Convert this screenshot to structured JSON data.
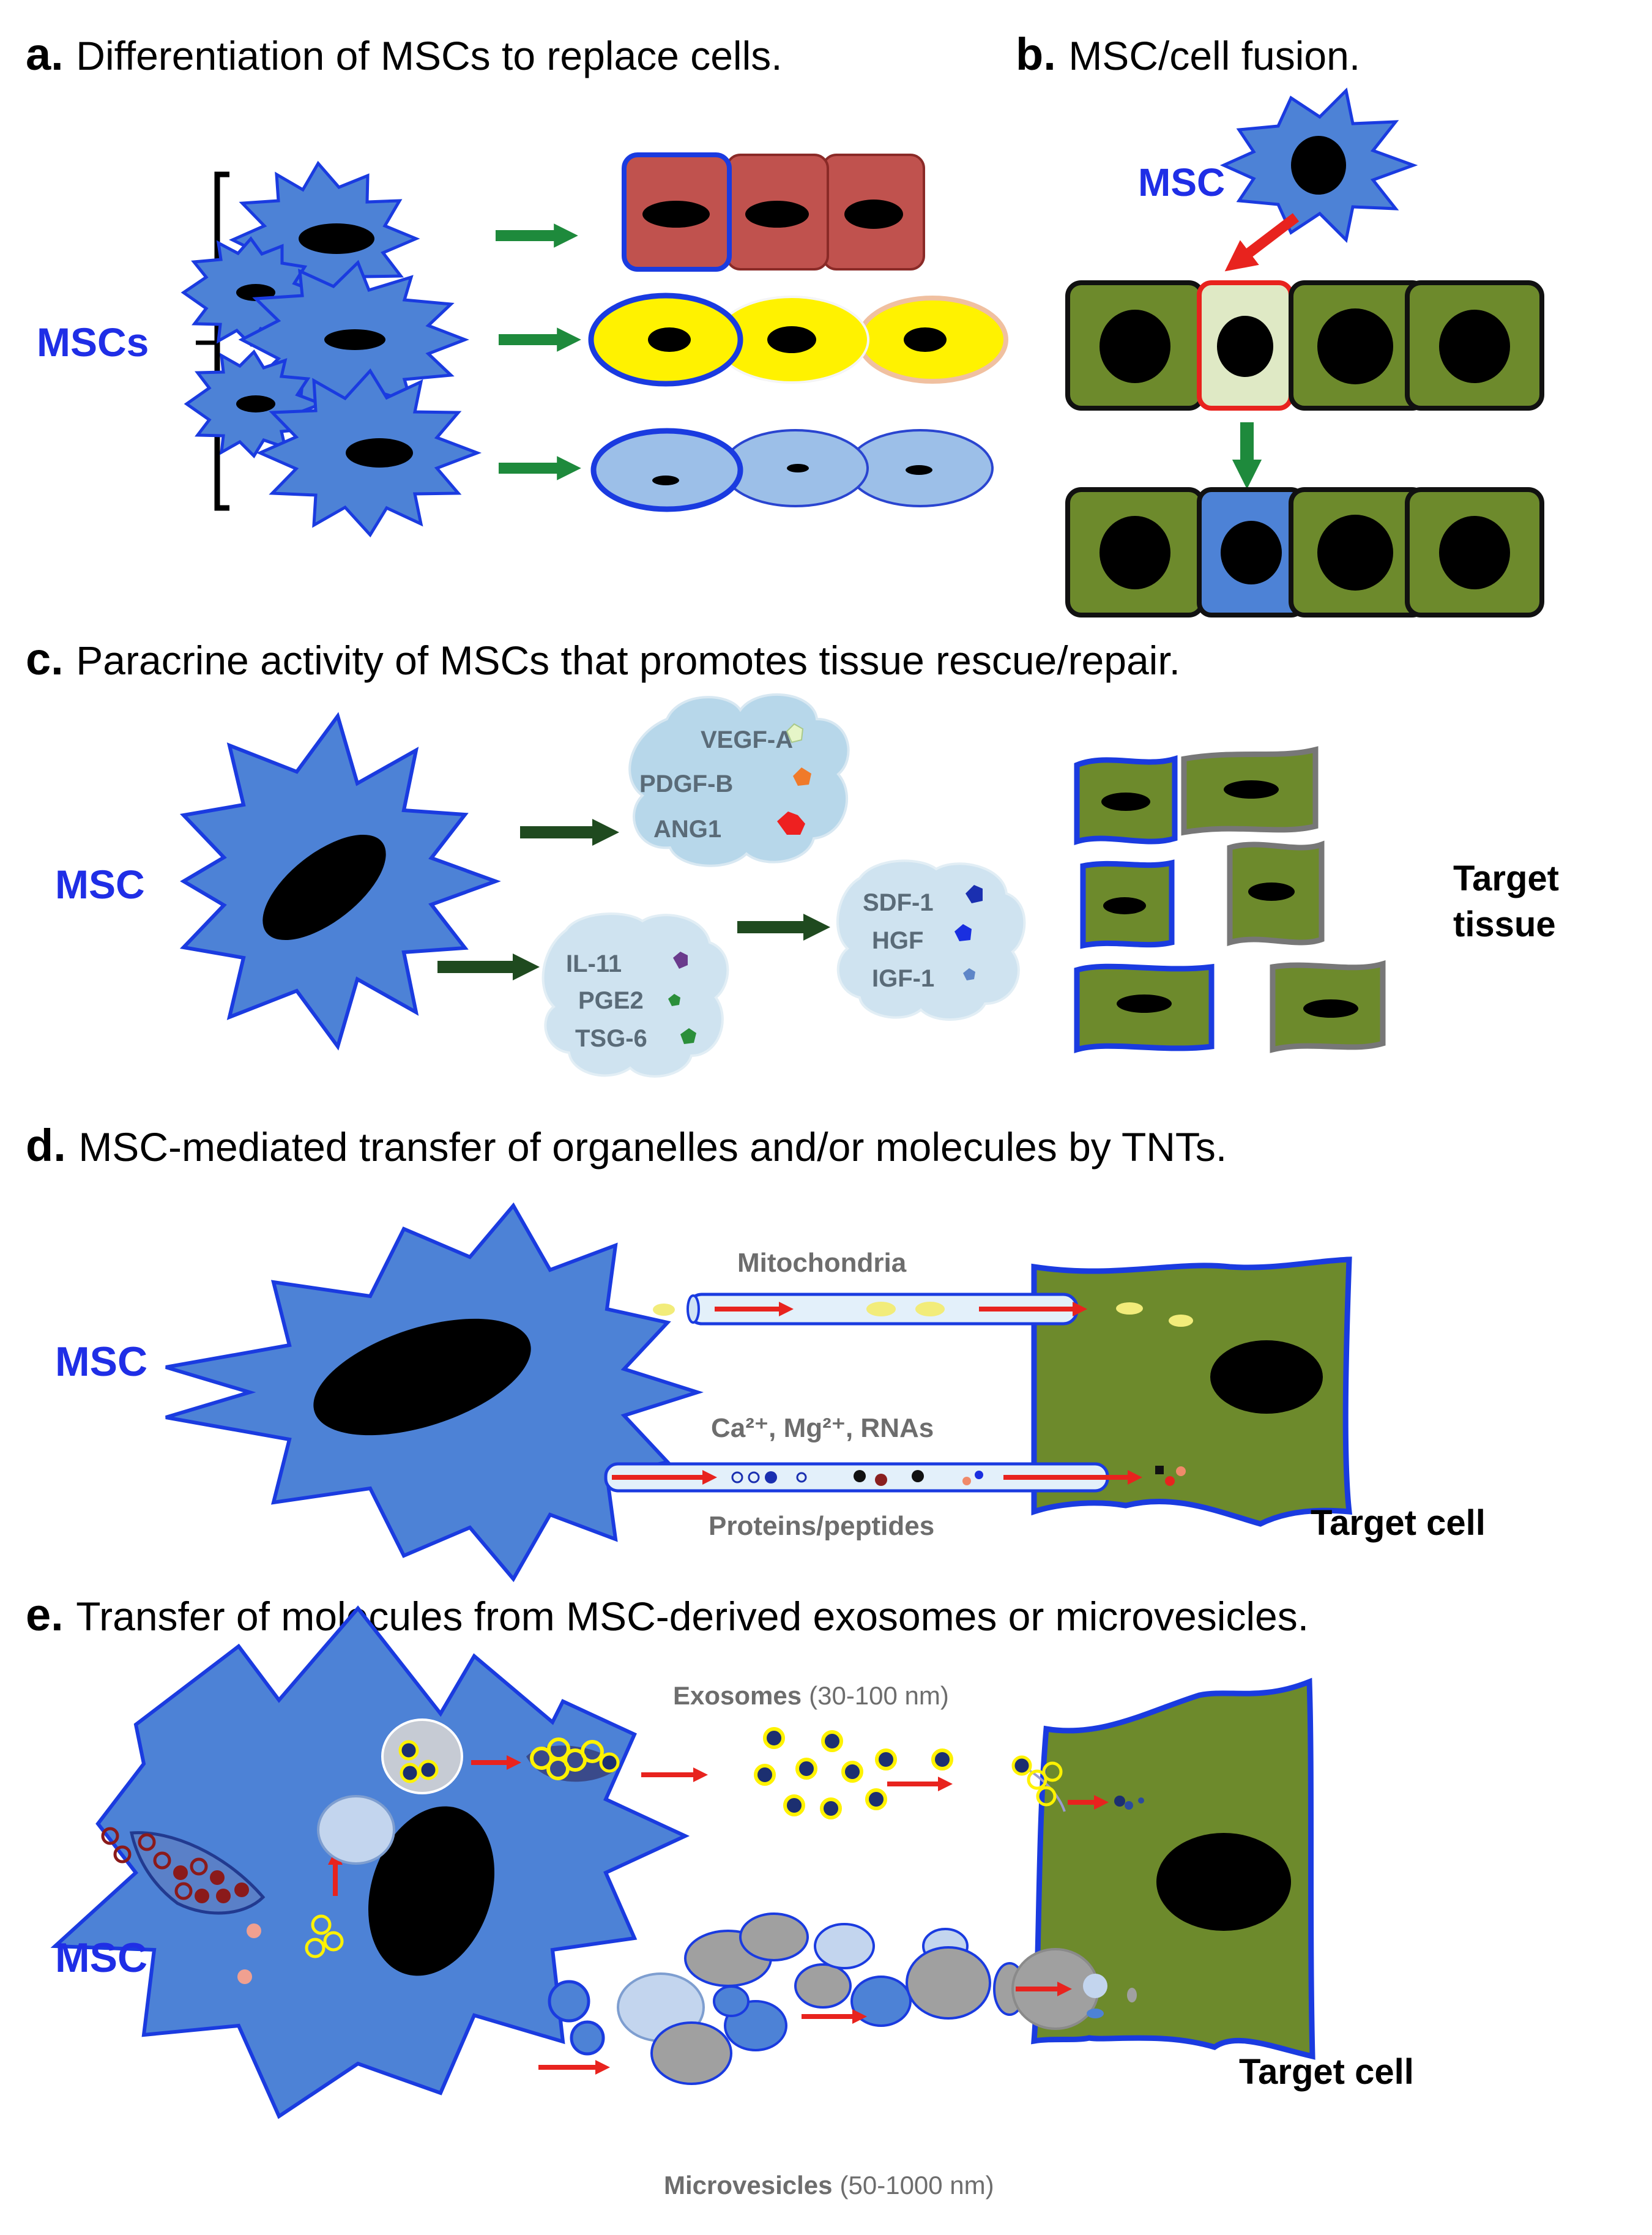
{
  "panels": {
    "a": {
      "letter": "a.",
      "title": "Differentiation of MSCs to replace cells.",
      "msc_label": "MSCs"
    },
    "b": {
      "letter": "b.",
      "title": "MSC/cell fusion.",
      "msc_label": "MSC"
    },
    "c": {
      "letter": "c.",
      "title": "Paracrine activity of MSCs that promotes tissue rescue/repair.",
      "msc_label": "MSC",
      "cloud1": [
        "VEGF-A",
        "PDGF-B",
        "ANG1"
      ],
      "cloud2": [
        "IL-11",
        "PGE2",
        "TSG-6"
      ],
      "cloud3": [
        "SDF-1",
        "HGF",
        "IGF-1"
      ],
      "target_line1": "Target",
      "target_line2": "tissue"
    },
    "d": {
      "letter": "d.",
      "title": "MSC-mediated transfer of organelles and/or molecules by TNTs.",
      "msc_label": "MSC",
      "mito_label": "Mitochondria",
      "ions_label": "Ca²⁺, Mg²⁺, RNAs",
      "proteins_label": "Proteins/peptides",
      "target_label": "Target cell"
    },
    "e": {
      "letter": "e.",
      "title": "Transfer of molecules from MSC-derived exosomes or microvesicles.",
      "msc_label": "MSC",
      "exo_name": "Exosomes",
      "exo_size": "(30-100 nm)",
      "mv_name": "Microvesicles",
      "mv_size": "(50-1000 nm)",
      "target_label": "Target cell"
    }
  },
  "colors": {
    "msc_blue": "#4d82d6",
    "msc_outline": "#1a3be0",
    "green_cell": "#6d8a2c",
    "arrow_green": "#1e8a3c",
    "arrow_dark_green": "#1f4a1f",
    "arrow_red": "#e8231e",
    "brick": "#c0524e",
    "yellow": "#fff200",
    "light_blue": "#9cbfe8",
    "cloud": "#b7d7ea",
    "cloud_light": "#d4e6f2"
  }
}
